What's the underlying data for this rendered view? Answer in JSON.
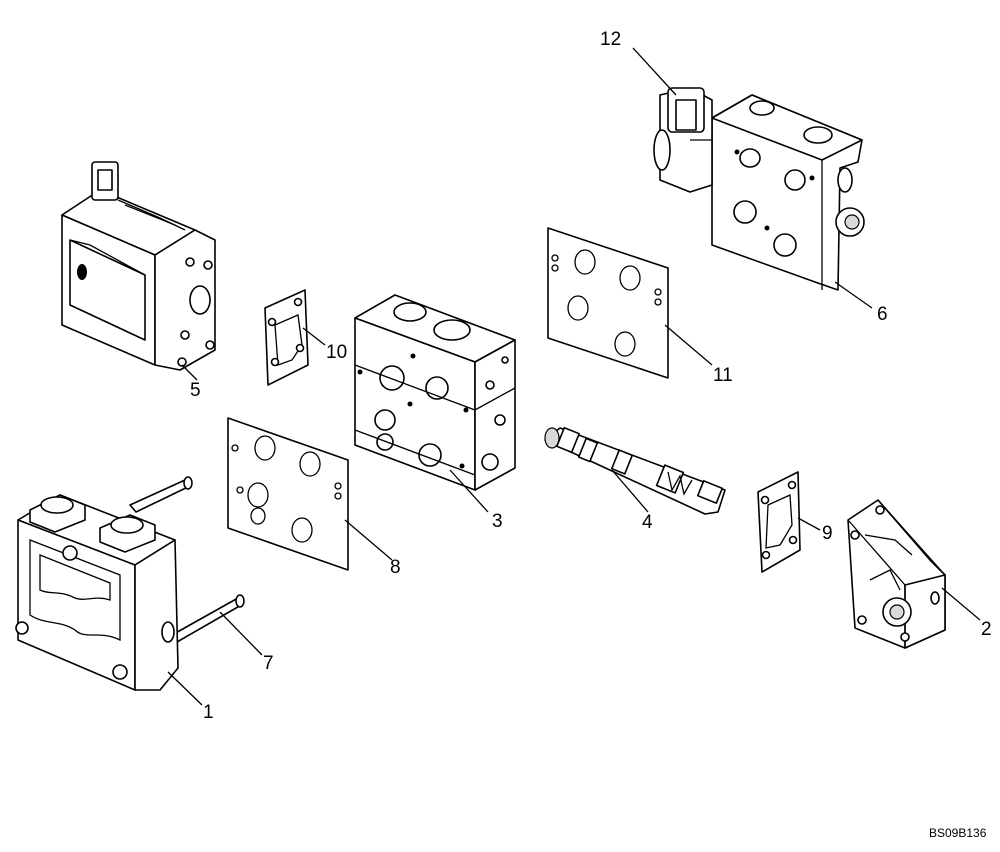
{
  "callouts": {
    "c1": "1",
    "c2": "2",
    "c3": "3",
    "c4": "4",
    "c5": "5",
    "c6": "6",
    "c7": "7",
    "c8": "8",
    "c9": "9",
    "c10": "10",
    "c11": "11",
    "c12": "12"
  },
  "drawing_code": "BS09B136"
}
